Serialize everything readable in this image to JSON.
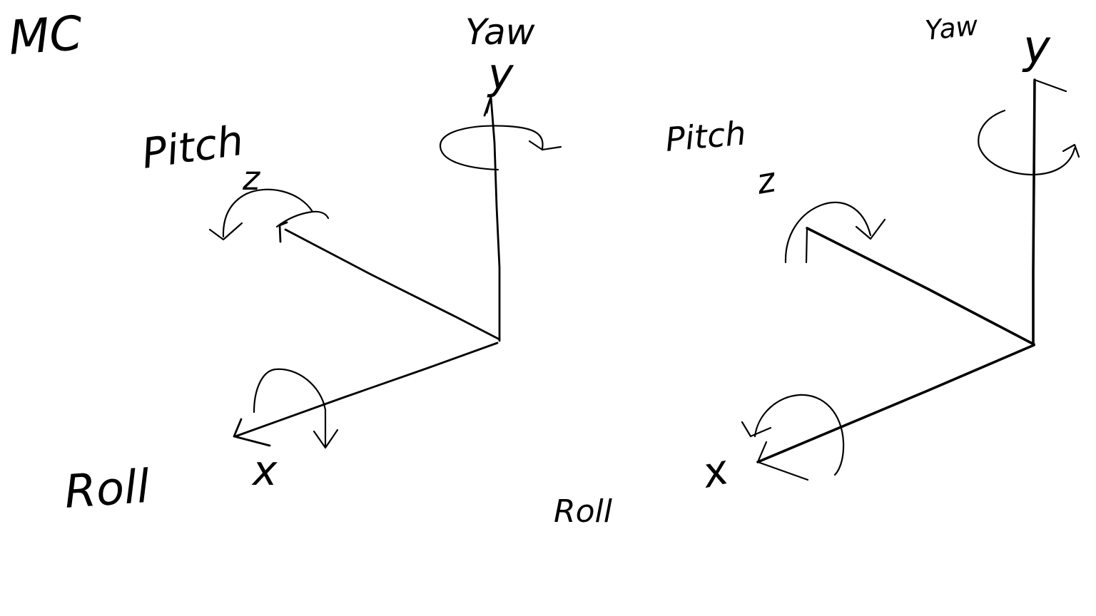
{
  "left_diagram": {
    "corner_label": "MC",
    "labels": {
      "yaw": "Yaw",
      "pitch": "Pitch",
      "roll": "Roll",
      "x": "x",
      "y": "y",
      "z": "z"
    }
  },
  "right_diagram": {
    "labels": {
      "yaw": "Yaw",
      "pitch": "Pitch",
      "roll": "Roll",
      "x": "x",
      "y": "y",
      "z": "z"
    }
  },
  "colors": {
    "ink": "#000000",
    "background": "#ffffff"
  }
}
